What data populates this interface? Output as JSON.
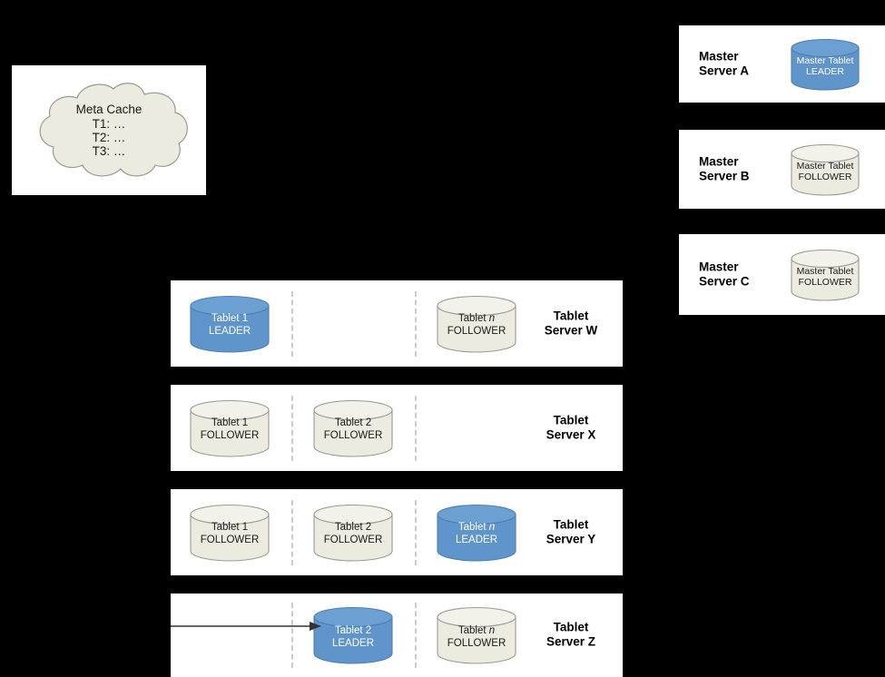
{
  "meta_cache": {
    "title": "Meta Cache",
    "lines": [
      "T1: …",
      "T2: …",
      "T3: …"
    ],
    "shape": "cloud-shape",
    "fill": "#ebebe0",
    "stroke": "#9a9a93"
  },
  "colors": {
    "background": "#000000",
    "panel": "#ffffff",
    "leader_fill": "#6095cb",
    "leader_stroke": "#4a7fb5",
    "follower_fill": "#ebebe0",
    "follower_stroke": "#9a9a93",
    "divider": "#cccccc",
    "arrow": "#333333"
  },
  "masters": {
    "servers": [
      {
        "label": "Master\nServer A",
        "tablet": {
          "name": "Master Tablet",
          "role": "LEADER",
          "state": "leader"
        }
      },
      {
        "label": "Master\nServer B",
        "tablet": {
          "name": "Master Tablet",
          "role": "FOLLOWER",
          "state": "follower"
        }
      },
      {
        "label": "Master\nServer C",
        "tablet": {
          "name": "Master Tablet",
          "role": "FOLLOWER",
          "state": "follower"
        }
      }
    ]
  },
  "tablet_servers": {
    "rows": [
      {
        "label": "Tablet\nServer W",
        "slots": [
          {
            "name": "Tablet 1",
            "suffix": "",
            "role": "LEADER",
            "state": "leader",
            "empty": false
          },
          {
            "name": "",
            "suffix": "",
            "role": "",
            "state": "",
            "empty": true
          },
          {
            "name": "Tablet ",
            "suffix": "n",
            "role": "FOLLOWER",
            "state": "follower",
            "empty": false
          }
        ]
      },
      {
        "label": "Tablet\nServer X",
        "slots": [
          {
            "name": "Tablet 1",
            "suffix": "",
            "role": "FOLLOWER",
            "state": "follower",
            "empty": false
          },
          {
            "name": "Tablet 2",
            "suffix": "",
            "role": "FOLLOWER",
            "state": "follower",
            "empty": false
          },
          {
            "name": "",
            "suffix": "",
            "role": "",
            "state": "",
            "empty": true
          }
        ]
      },
      {
        "label": "Tablet\nServer Y",
        "slots": [
          {
            "name": "Tablet 1",
            "suffix": "",
            "role": "FOLLOWER",
            "state": "follower",
            "empty": false
          },
          {
            "name": "Tablet 2",
            "suffix": "",
            "role": "FOLLOWER",
            "state": "follower",
            "empty": false
          },
          {
            "name": "Tablet ",
            "suffix": "n",
            "role": "LEADER",
            "state": "leader",
            "empty": false
          }
        ]
      },
      {
        "label": "Tablet\nServer Z",
        "slots": [
          {
            "name": "",
            "suffix": "",
            "role": "",
            "state": "",
            "empty": true
          },
          {
            "name": "Tablet 2",
            "suffix": "",
            "role": "LEADER",
            "state": "leader",
            "empty": false
          },
          {
            "name": "Tablet ",
            "suffix": "n",
            "role": "FOLLOWER",
            "state": "follower",
            "empty": false
          }
        ]
      }
    ]
  },
  "arrow": {
    "name": "incoming-write-arrow",
    "direction": "right"
  }
}
